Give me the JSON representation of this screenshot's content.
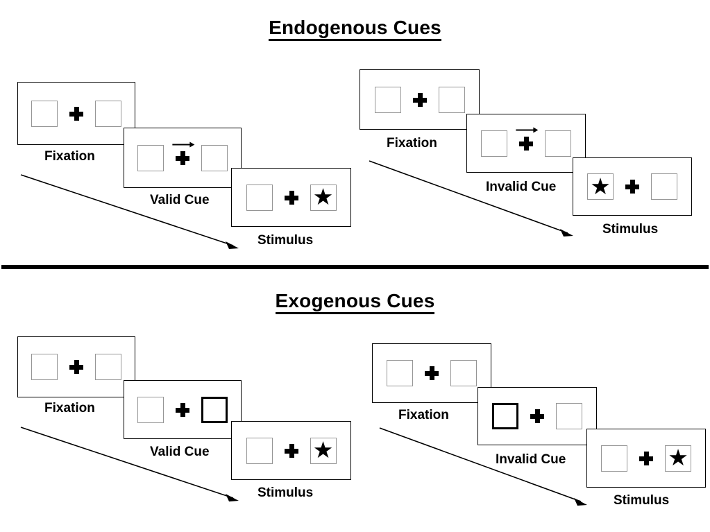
{
  "figure": {
    "sections": [
      {
        "id": "endogenous",
        "title": "Endogenous Cues",
        "sequences": [
          {
            "id": "endogenous-valid",
            "frames": [
              {
                "caption": "Fixation",
                "cue_type": "none",
                "left_box": "empty",
                "right_box": "empty"
              },
              {
                "caption": "Valid Cue",
                "cue_type": "arrow",
                "arrow_direction": "right",
                "left_box": "empty",
                "right_box": "empty"
              },
              {
                "caption": "Stimulus",
                "cue_type": "none",
                "left_box": "empty",
                "right_box": "star"
              }
            ]
          },
          {
            "id": "endogenous-invalid",
            "frames": [
              {
                "caption": "Fixation",
                "cue_type": "none",
                "left_box": "empty",
                "right_box": "empty"
              },
              {
                "caption": "Invalid Cue",
                "cue_type": "arrow",
                "arrow_direction": "right",
                "left_box": "empty",
                "right_box": "empty"
              },
              {
                "caption": "Stimulus",
                "cue_type": "none",
                "left_box": "star",
                "right_box": "empty"
              }
            ]
          }
        ]
      },
      {
        "id": "exogenous",
        "title": "Exogenous Cues",
        "sequences": [
          {
            "id": "exogenous-valid",
            "frames": [
              {
                "caption": "Fixation",
                "cue_type": "none",
                "left_box": "empty",
                "right_box": "empty"
              },
              {
                "caption": "Valid Cue",
                "cue_type": "highlight",
                "highlight_side": "right",
                "left_box": "empty",
                "right_box": "cued"
              },
              {
                "caption": "Stimulus",
                "cue_type": "none",
                "left_box": "empty",
                "right_box": "star"
              }
            ]
          },
          {
            "id": "exogenous-invalid",
            "frames": [
              {
                "caption": "Fixation",
                "cue_type": "none",
                "left_box": "empty",
                "right_box": "empty"
              },
              {
                "caption": "Invalid Cue",
                "cue_type": "highlight",
                "highlight_side": "left",
                "left_box": "cued",
                "right_box": "empty"
              },
              {
                "caption": "Stimulus",
                "cue_type": "none",
                "left_box": "empty",
                "right_box": "star"
              }
            ]
          }
        ]
      }
    ],
    "glyphs": {
      "star": "★",
      "fixation_cross": "plus-sign",
      "time_arrow": "diagonal-arrow-right-down",
      "cue_arrow": "arrow-right"
    },
    "colors": {
      "ink": "#000000",
      "box_outline": "#959595",
      "panel_outline": "#000000",
      "background": "#ffffff"
    }
  }
}
